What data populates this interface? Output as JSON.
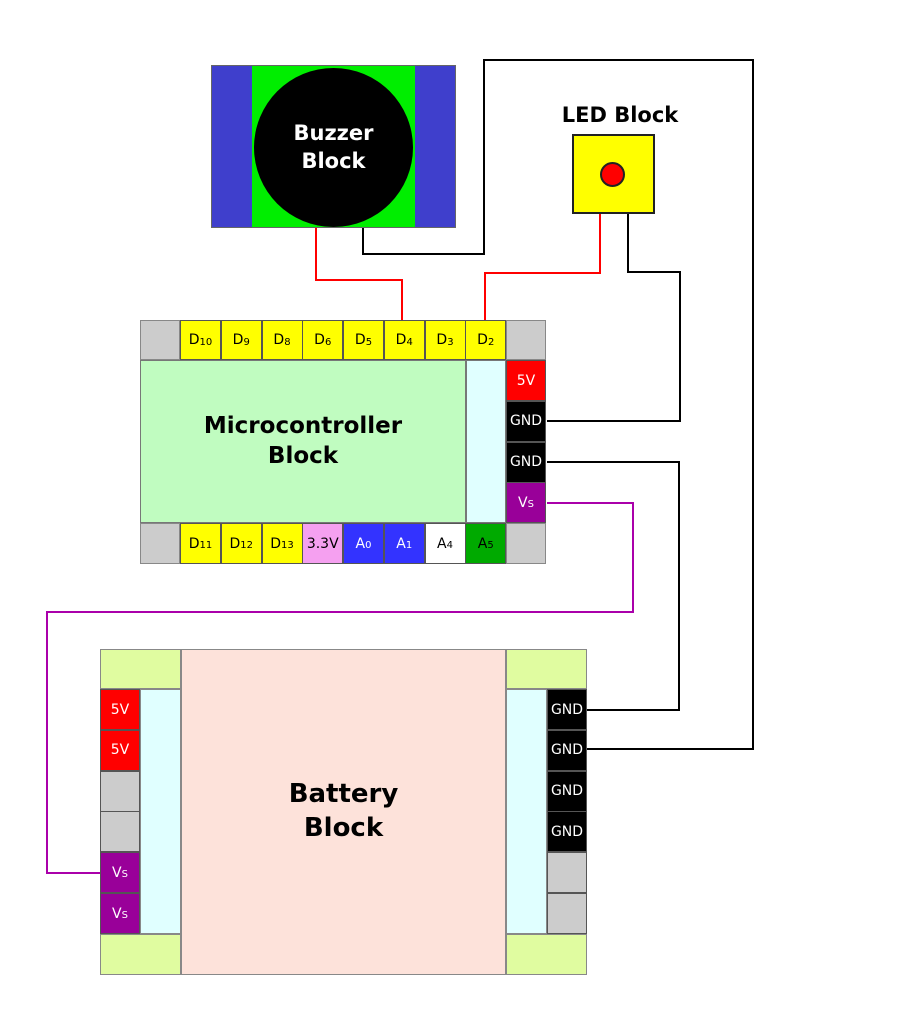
{
  "buzzer": {
    "title_line1": "Buzzer",
    "title_line2": "Block"
  },
  "led": {
    "title": "LED Block"
  },
  "microcontroller": {
    "title_line1": "Microcontroller",
    "title_line2": "Block",
    "top_pins": [
      {
        "label": "D",
        "sub": "10"
      },
      {
        "label": "D",
        "sub": "9"
      },
      {
        "label": "D",
        "sub": "8"
      },
      {
        "label": "D",
        "sub": "6"
      },
      {
        "label": "D",
        "sub": "5"
      },
      {
        "label": "D",
        "sub": "4"
      },
      {
        "label": "D",
        "sub": "3"
      },
      {
        "label": "D",
        "sub": "2"
      }
    ],
    "bottom_pins": [
      {
        "label": "D",
        "sub": "11"
      },
      {
        "label": "D",
        "sub": "12"
      },
      {
        "label": "D",
        "sub": "13"
      },
      {
        "label": "3.3V",
        "sub": ""
      },
      {
        "label": "A",
        "sub": "0"
      },
      {
        "label": "A",
        "sub": "1"
      },
      {
        "label": "A",
        "sub": "4"
      },
      {
        "label": "A",
        "sub": "5"
      }
    ],
    "right_pins": [
      {
        "label": "5V",
        "sub": ""
      },
      {
        "label": "GND",
        "sub": ""
      },
      {
        "label": "GND",
        "sub": ""
      },
      {
        "label": "V",
        "sub": "S"
      }
    ]
  },
  "battery": {
    "title_line1": "Battery",
    "title_line2": "Block",
    "left_pins": [
      {
        "label": "5V",
        "sub": ""
      },
      {
        "label": "5V",
        "sub": ""
      },
      {
        "label": "",
        "sub": ""
      },
      {
        "label": "",
        "sub": ""
      },
      {
        "label": "V",
        "sub": "S"
      },
      {
        "label": "V",
        "sub": "S"
      }
    ],
    "right_pins": [
      {
        "label": "GND",
        "sub": ""
      },
      {
        "label": "GND",
        "sub": ""
      },
      {
        "label": "GND",
        "sub": ""
      },
      {
        "label": "GND",
        "sub": ""
      },
      {
        "label": "",
        "sub": ""
      },
      {
        "label": "",
        "sub": ""
      }
    ]
  },
  "colors": {
    "digital_pin": "#ffff00",
    "power_5v": "#ff0000",
    "gnd": "#000000",
    "vs": "#990099",
    "pin_3v3": "#f5a0f0",
    "analog_blue": "#3333ff",
    "analog_white": "#ffffff",
    "analog_green": "#00aa00",
    "unused": "#cccccc",
    "wire_signal": "#ff0000",
    "wire_ground": "#000000",
    "wire_vs": "#aa00aa"
  },
  "wires": [
    {
      "from": "buzzer",
      "to": "microcontroller.D4",
      "type": "signal"
    },
    {
      "from": "buzzer",
      "to": "battery.GND2",
      "type": "ground"
    },
    {
      "from": "led",
      "to": "microcontroller.D2",
      "type": "signal"
    },
    {
      "from": "led",
      "to": "microcontroller.GND1",
      "type": "ground"
    },
    {
      "from": "microcontroller.GND2",
      "to": "battery.GND1",
      "type": "ground"
    },
    {
      "from": "microcontroller.VS",
      "to": "battery.VS1",
      "type": "vs"
    }
  ]
}
